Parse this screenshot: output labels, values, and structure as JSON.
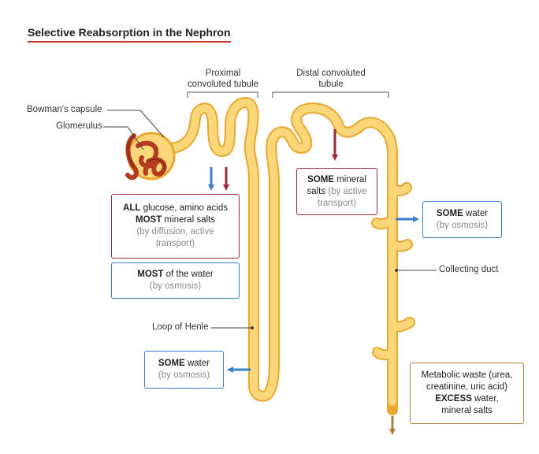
{
  "title": "Selective Reabsorption in the Nephron",
  "headers": {
    "proximal": [
      "Proximal",
      "convoluted tubule"
    ],
    "distal": [
      "Distal convoluted",
      "tubule"
    ]
  },
  "labels": {
    "bowmans": "Bowman's capsule",
    "glomerulus": "Glomerulus",
    "loop": "Loop of Henle",
    "collecting": "Collecting duct"
  },
  "boxes": {
    "proximal_solutes": {
      "line1_bold": "ALL",
      "line1_rest": " glucose, amino acids",
      "line2_bold": "MOST",
      "line2_rest": " mineral salts",
      "sub1": "(by diffusion, active",
      "sub2": "transport)"
    },
    "proximal_water": {
      "line1_bold": "MOST",
      "line1_rest": " of the water",
      "sub1": "(by osmosis)"
    },
    "loop_water": {
      "line1_bold": "SOME",
      "line1_rest": " water",
      "sub1": "(by osmosis)"
    },
    "distal_salts": {
      "line1_bold": "SOME",
      "line1_rest": " mineral",
      "line2_plain": "salts",
      "line2_grey": " (by active",
      "sub1": "transport)"
    },
    "duct_water": {
      "line1_bold": "SOME",
      "line1_rest": " water",
      "sub1": "(by osmosis)"
    },
    "waste": {
      "line1": "Metabolic waste (urea,",
      "line2": "creatinine, uric acid)",
      "line3_bold": "EXCESS",
      "line3_rest": " water,",
      "line4": "mineral salts"
    }
  },
  "colors": {
    "tubule_outline": "#e9a830",
    "tubule_fill": "#fcd77a",
    "red_arrow": "#9e2a3a",
    "blue_arrow": "#3a7fc8",
    "brown_arrow": "#b07a3c",
    "title_underline": "#c0392b",
    "glomerulus": "#b33b1f"
  }
}
